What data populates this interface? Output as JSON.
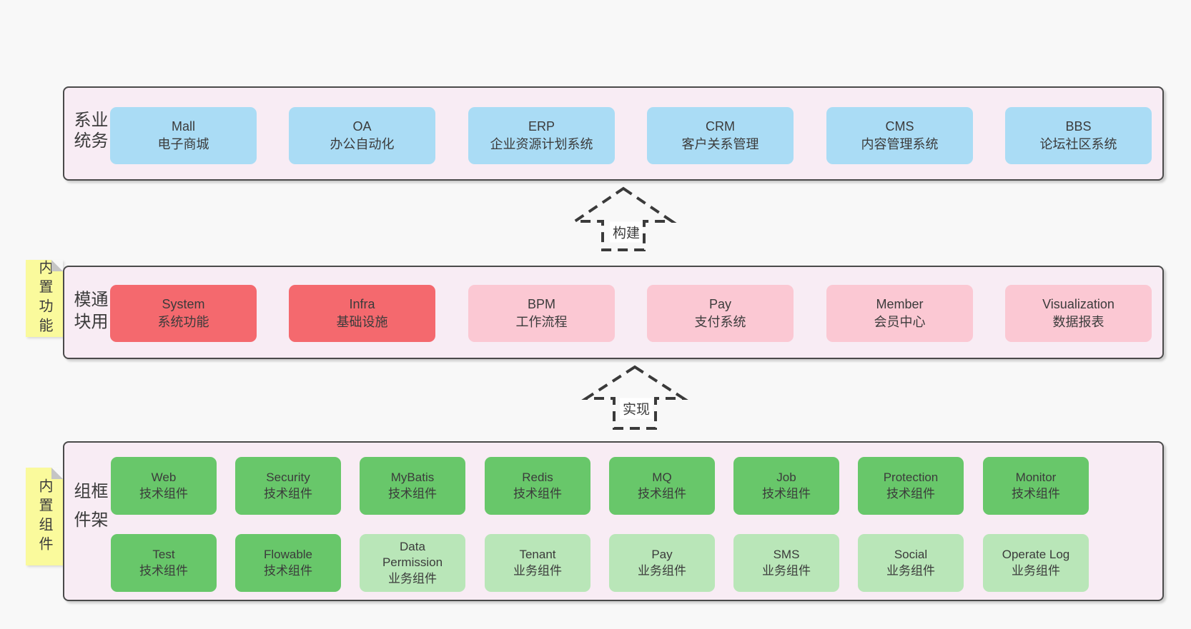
{
  "bands": {
    "business": {
      "label": "业务系统",
      "items": [
        {
          "en": "Mall",
          "zh": "电子商城",
          "variant": "blue"
        },
        {
          "en": "OA",
          "zh": "办公自动化",
          "variant": "blue"
        },
        {
          "en": "ERP",
          "zh": "企业资源计划系统",
          "variant": "blue"
        },
        {
          "en": "CRM",
          "zh": "客户关系管理",
          "variant": "blue"
        },
        {
          "en": "CMS",
          "zh": "内容管理系统",
          "variant": "blue"
        },
        {
          "en": "BBS",
          "zh": "论坛社区系统",
          "variant": "blue"
        }
      ]
    },
    "modules": {
      "label": "通用模块",
      "sticky": "内置功能",
      "items": [
        {
          "en": "System",
          "zh": "系统功能",
          "variant": "red"
        },
        {
          "en": "Infra",
          "zh": "基础设施",
          "variant": "red"
        },
        {
          "en": "BPM",
          "zh": "工作流程",
          "variant": "pink"
        },
        {
          "en": "Pay",
          "zh": "支付系统",
          "variant": "pink"
        },
        {
          "en": "Member",
          "zh": "会员中心",
          "variant": "pink"
        },
        {
          "en": "Visualization",
          "zh": "数据报表",
          "variant": "pink"
        }
      ]
    },
    "framework": {
      "label": "框架组件",
      "sticky": "内置组件",
      "row1": [
        {
          "en": "Web",
          "zh": "技术组件",
          "variant": "green"
        },
        {
          "en": "Security",
          "zh": "技术组件",
          "variant": "green"
        },
        {
          "en": "MyBatis",
          "zh": "技术组件",
          "variant": "green"
        },
        {
          "en": "Redis",
          "zh": "技术组件",
          "variant": "green"
        },
        {
          "en": "MQ",
          "zh": "技术组件",
          "variant": "green"
        },
        {
          "en": "Job",
          "zh": "技术组件",
          "variant": "green"
        },
        {
          "en": "Protection",
          "zh": "技术组件",
          "variant": "green"
        },
        {
          "en": "Monitor",
          "zh": "技术组件",
          "variant": "green"
        }
      ],
      "row2": [
        {
          "en": "Test",
          "zh": "技术组件",
          "variant": "green"
        },
        {
          "en": "Flowable",
          "zh": "技术组件",
          "variant": "green"
        },
        {
          "en": "Data\nPermission",
          "zh": "业务组件",
          "variant": "lightgreen"
        },
        {
          "en": "Tenant",
          "zh": "业务组件",
          "variant": "lightgreen"
        },
        {
          "en": "Pay",
          "zh": "业务组件",
          "variant": "lightgreen"
        },
        {
          "en": "SMS",
          "zh": "业务组件",
          "variant": "lightgreen"
        },
        {
          "en": "Social",
          "zh": "业务组件",
          "variant": "lightgreen"
        },
        {
          "en": "Operate Log",
          "zh": "业务组件",
          "variant": "lightgreen"
        }
      ]
    }
  },
  "arrows": {
    "build": "构建",
    "implement": "实现"
  },
  "colors": {
    "page_bg": "#f8f8f8",
    "band_bg": "#f8ecf4",
    "band_border": "#4a4a4a",
    "box_blue": "#aadcf5",
    "box_red": "#f4696e",
    "box_pink": "#fbc8d3",
    "box_green": "#68c76a",
    "box_lightgreen": "#b9e6b8",
    "sticky_bg": "#fafa9c",
    "sticky_fold": "#c5c5c5",
    "text": "#3b3b3b"
  }
}
